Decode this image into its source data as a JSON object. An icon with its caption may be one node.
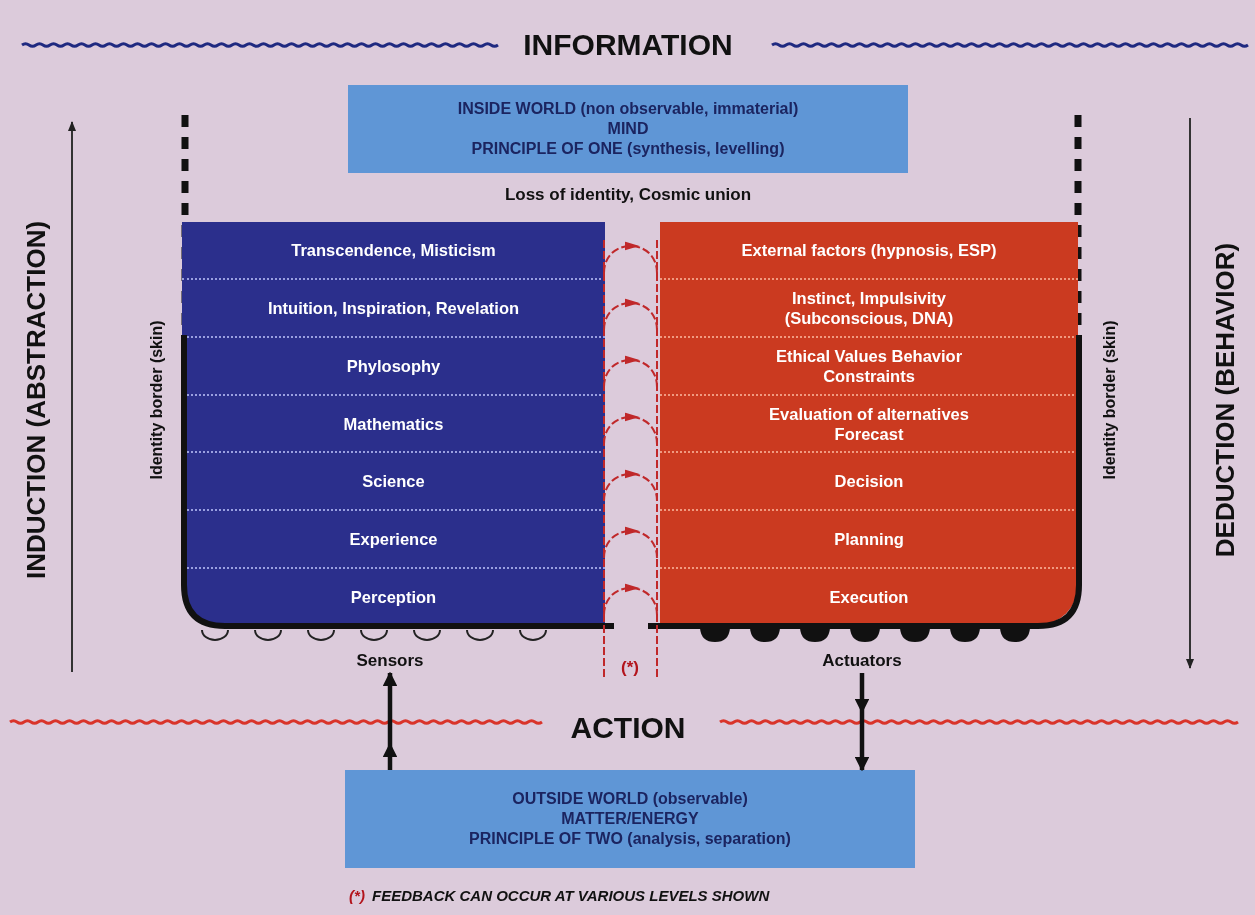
{
  "diagram": {
    "nodes": [
      {
        "text": [
          "INSIDE WORLD (non observable, immaterial)",
          "MIND",
          "PRINCIPLE OF ONE (synthesis, levelling)"
        ]
      },
      {
        "text": [],
        "shape": "box"
      },
      {
        "text": [
          "Transcendence, Misticism"
        ],
        "in": 1
      },
      {
        "text": [
          "Intuition, Inspiration, Revelation"
        ],
        "in": 1
      },
      {
        "text": [
          "Phylosophy"
        ],
        "in": 1
      },
      {
        "text": [
          "Mathematics"
        ],
        "in": 1
      },
      {
        "text": [
          "Science"
        ],
        "in": 1
      },
      {
        "text": [
          "Experience"
        ],
        "in": 1
      },
      {
        "text": [
          "Perception"
        ],
        "in": 1
      },
      {
        "text": [],
        "shape": "box"
      },
      {
        "text": [
          "External factors (hypnosis, ESP)"
        ],
        "in": 9
      },
      {
        "text": [
          "Instinct, Impulsivity (Subconscious, DNA)"
        ],
        "in": 9
      },
      {
        "text": [
          "Ethical Values Behavior Constraints"
        ],
        "in": 9
      },
      {
        "text": [
          "Evaluation of alternatives Forecast"
        ],
        "in": 9
      },
      {
        "text": [
          "Decision"
        ],
        "in": 9
      },
      {
        "text": [
          "Planning"
        ],
        "in": 9
      },
      {
        "text": [
          "Execution"
        ],
        "in": 9
      },
      {
        "text": [
          "OUTSIDE WORLD (observable)",
          "MATTER/ENERGY",
          "PRINCIPLE OF TWO (analysis, separation)"
        ]
      },
      {
        "text": [
          "Sensors"
        ]
      },
      {
        "text": [
          "Actuators"
        ]
      }
    ],
    "edges": [
      {
        "from": 17,
        "to": 18,
        "arrow": "to"
      },
      {
        "from": 19,
        "to": 17,
        "arrow": "to"
      }
    ],
    "labels": [
      "INFORMATION",
      "Loss of identity, Cosmic union",
      "INDUCTION (ABSTRACTION)",
      "Identity border (skin)",
      "Identity border (skin)",
      "DEDUCTION (BEHAVIOR)",
      "(*)",
      "ACTION",
      "(*)",
      "FEEDBACK CAN OCCUR AT VARIOUS LEVELS SHOWN"
    ]
  }
}
